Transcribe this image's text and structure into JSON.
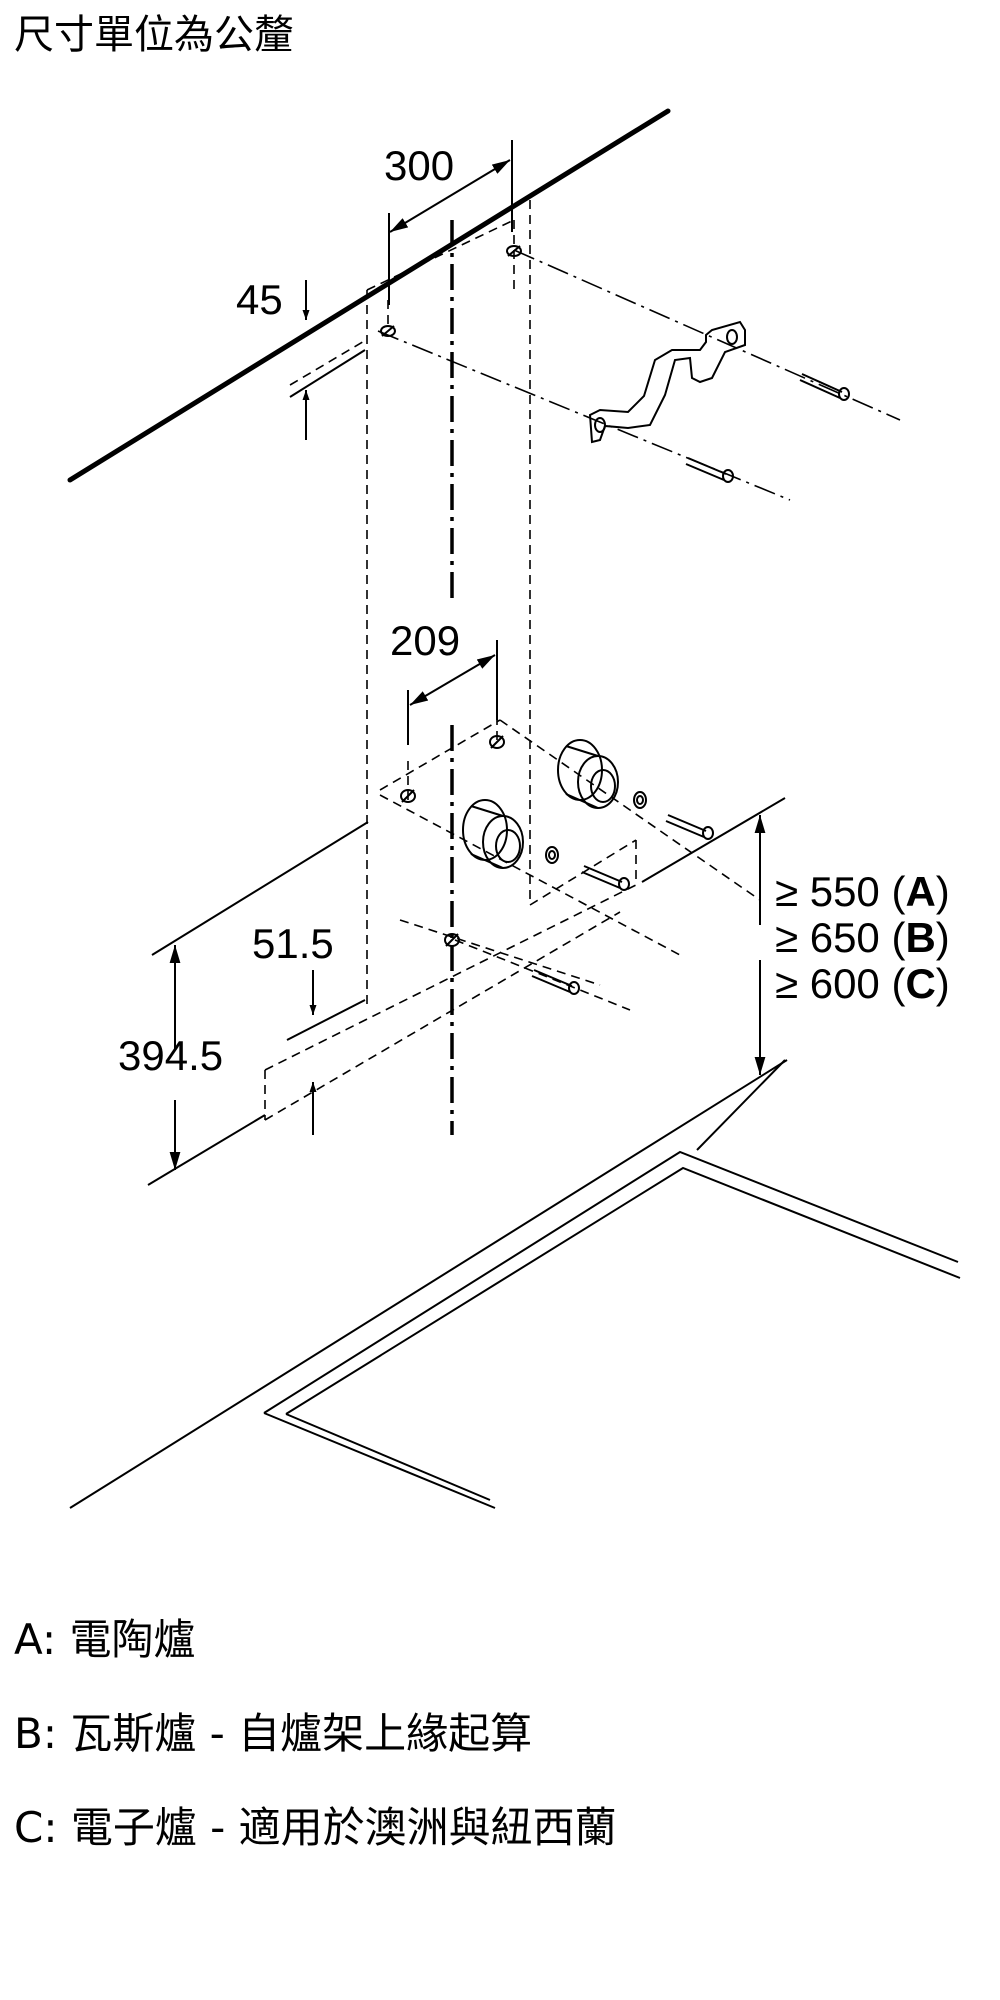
{
  "title": "尺寸單位為公釐",
  "dimensions": {
    "d300": "300",
    "d45": "45",
    "d209": "209",
    "d51_5": "51.5",
    "d394_5": "394.5"
  },
  "clearance": [
    {
      "prefix": "≥ 550 (",
      "key": "A",
      "suffix": ")"
    },
    {
      "prefix": "≥ 650 (",
      "key": "B",
      "suffix": ")"
    },
    {
      "prefix": "≥ 600 (",
      "key": "C",
      "suffix": ")"
    }
  ],
  "legend": [
    "A: 電陶爐",
    "B: 瓦斯爐 - 自爐架上緣起算",
    "C: 電子爐 - 適用於澳洲與紐西蘭"
  ]
}
